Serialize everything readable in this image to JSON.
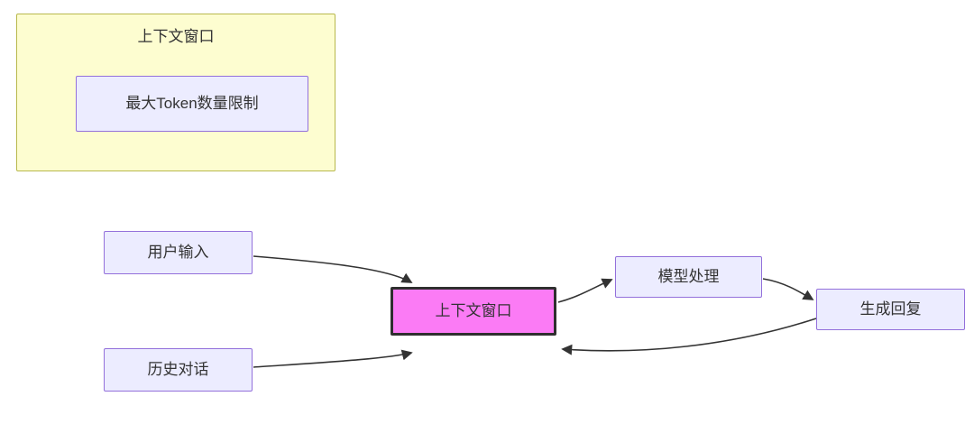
{
  "diagram": {
    "type": "flowchart",
    "subgraph": {
      "title": "上下文窗口",
      "inner_node": "最大Token数量限制"
    },
    "nodes": {
      "user_input": "用户输入",
      "history_dialog": "历史对话",
      "context_window": "上下文窗口",
      "model_processing": "模型处理",
      "generate_reply": "生成回复"
    },
    "edges": [
      {
        "from": "user_input",
        "to": "context_window"
      },
      {
        "from": "history_dialog",
        "to": "context_window"
      },
      {
        "from": "context_window",
        "to": "model_processing"
      },
      {
        "from": "model_processing",
        "to": "generate_reply"
      },
      {
        "from": "generate_reply",
        "to": "context_window"
      }
    ],
    "colors": {
      "subgraph_bg": "#fdfdd0",
      "subgraph_border": "#b8b84c",
      "node_bg": "#ececff",
      "node_border": "#9370db",
      "highlight_bg": "#fb7bf5",
      "highlight_border": "#2f2f2f",
      "edge": "#333333",
      "text": "#333333"
    }
  }
}
